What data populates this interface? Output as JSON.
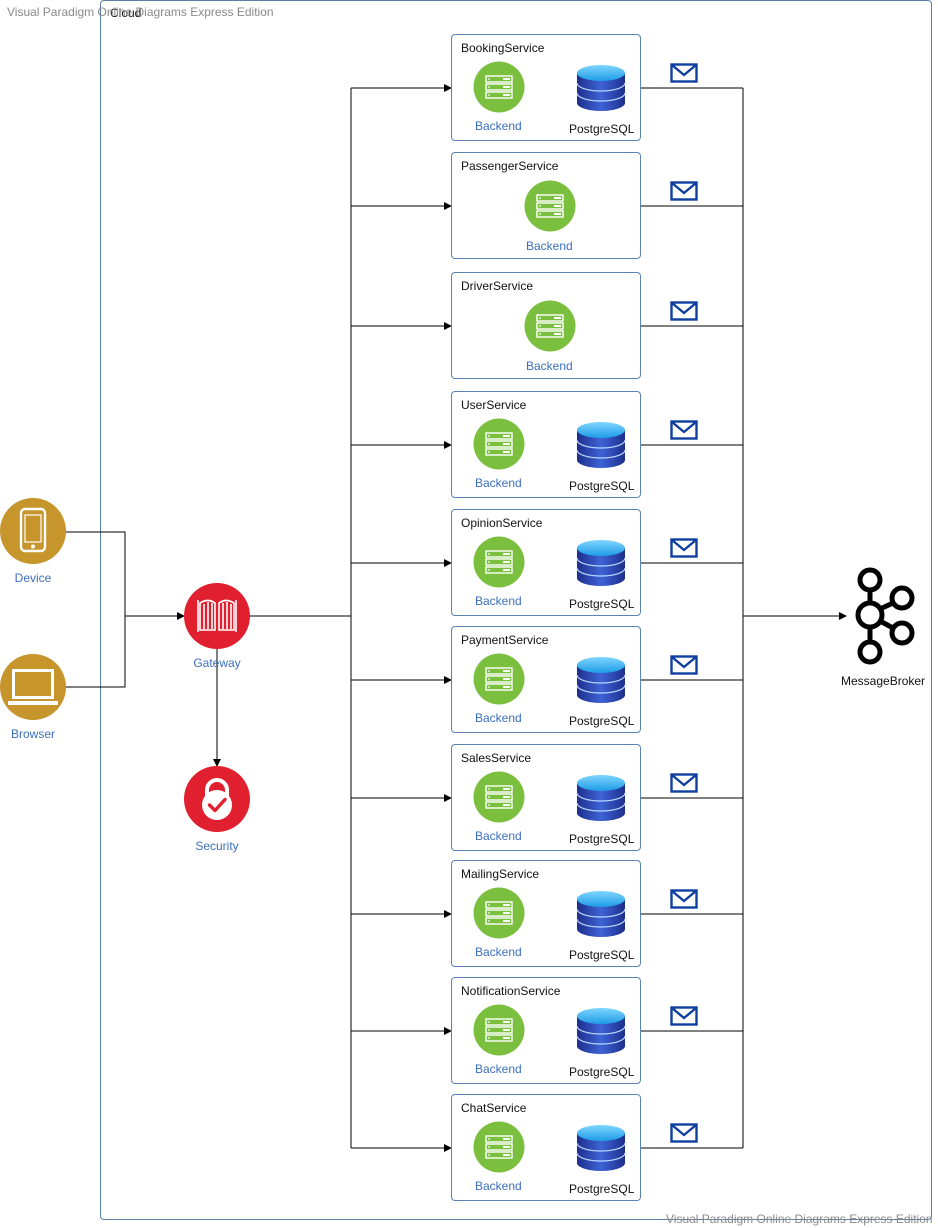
{
  "watermarks": {
    "top": "Visual Paradigm Online Diagrams Express Edition",
    "bottom": "Visual Paradigm Online Diagrams Express Edition"
  },
  "cloud": {
    "label": "Cloud"
  },
  "clients": [
    {
      "label": "Device",
      "icon": "smartphone-icon"
    },
    {
      "label": "Browser",
      "icon": "laptop-icon"
    }
  ],
  "gateway": {
    "label": "Gateway",
    "icon": "gate-icon"
  },
  "security": {
    "label": "Security",
    "icon": "lock-icon"
  },
  "broker": {
    "label": "MessageBroker",
    "icon": "kafka-icon"
  },
  "colors": {
    "client": "#c6952c",
    "gateway": "#e0202e",
    "backend": "#7bbf3f",
    "envelope": "#0d3ea0",
    "border": "#5a82b4"
  },
  "services": [
    {
      "name": "BookingService",
      "backend": "Backend",
      "db": "PostgreSQL"
    },
    {
      "name": "PassengerService",
      "backend": "Backend",
      "db": ""
    },
    {
      "name": "DriverService",
      "backend": "Backend",
      "db": ""
    },
    {
      "name": "UserService",
      "backend": "Backend",
      "db": "PostgreSQL"
    },
    {
      "name": "OpinionService",
      "backend": "Backend",
      "db": "PostgreSQL"
    },
    {
      "name": "PaymentService",
      "backend": "Backend",
      "db": "PostgreSQL"
    },
    {
      "name": "SalesService",
      "backend": "Backend",
      "db": "PostgreSQL"
    },
    {
      "name": "MailingService",
      "backend": "Backend",
      "db": "PostgreSQL"
    },
    {
      "name": "NotificationService",
      "backend": "Backend",
      "db": "PostgreSQL"
    },
    {
      "name": "ChatService",
      "backend": "Backend",
      "db": "PostgreSQL"
    }
  ]
}
